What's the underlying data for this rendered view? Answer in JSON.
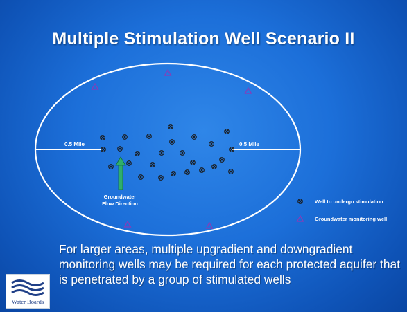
{
  "slide": {
    "title": "Multiple Stimulation Well Scenario II",
    "radius_label_left": "0.5 Mile",
    "radius_label_right": "0.5 Mile",
    "flow_label_line1": "Groundwater",
    "flow_label_line2": "Flow Direction",
    "legend": {
      "stimulation_label": "Well to undergo stimulation",
      "monitoring_label": "Groundwater monitoring well"
    },
    "body_text": "For larger areas, multiple upgradient and downgradient monitoring wells may be required for each protected aquifer that is penetrated by a group of stimulated wells",
    "logo_text": "Water Boards"
  },
  "colors": {
    "background": "#1c6fd9",
    "ellipse": "#ffffff",
    "well_symbol": "#1b1b1b",
    "monitoring_symbol": "#8a3bb7",
    "flow_arrow": "#2fae6d"
  },
  "icons": {
    "stimulation_well": "circled-x-icon",
    "monitoring_well": "triangle-icon",
    "flow_arrow": "up-arrow-icon"
  }
}
